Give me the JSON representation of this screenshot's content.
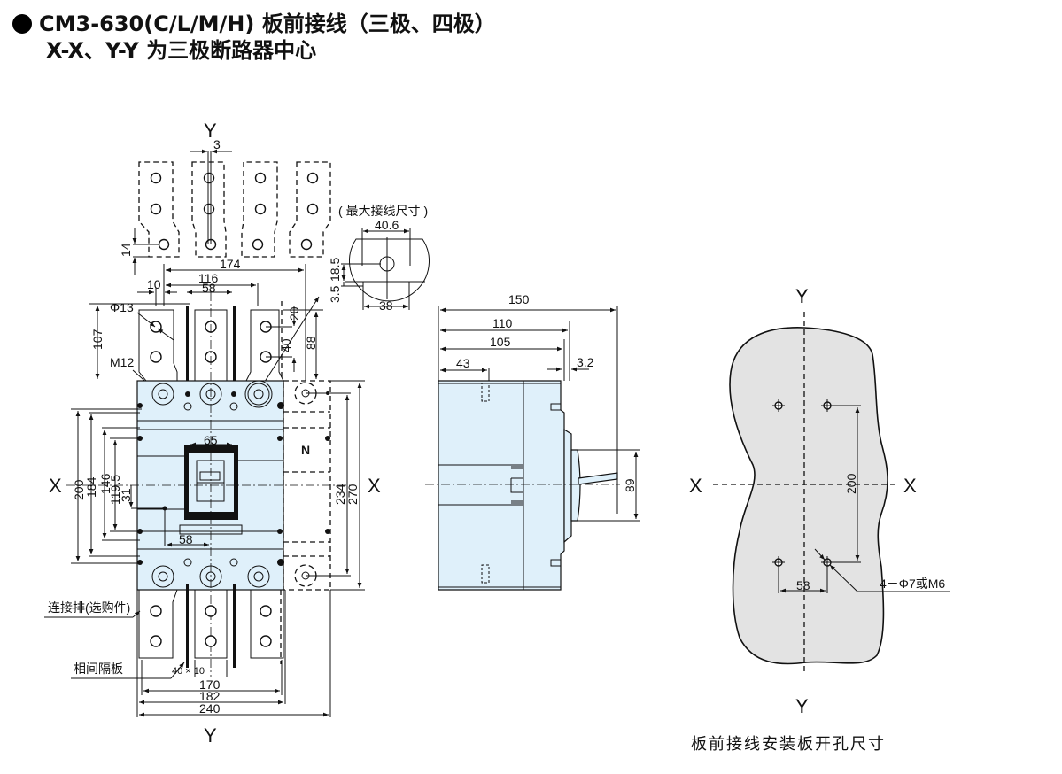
{
  "header": {
    "title": "CM3-630(C/L/M/H) 板前接线（三极、四极）",
    "subtitle": "X-X、Y-Y 为三极断路器中心",
    "bullet_icon": "filled-circle-icon"
  },
  "front_view": {
    "axis_y_top": "Y",
    "axis_y_bottom": "Y",
    "axis_x_left": "X",
    "axis_x_right": "X",
    "max_wiring_label": "( 最大接线尺寸 )",
    "connector_label": "连接排(选购件)",
    "separator_label": "相间隔板",
    "neutral_label": "N",
    "dims": {
      "busbar_gap": "3",
      "hole_offset": "14",
      "width_174": "174",
      "width_116": "116",
      "width_10": "10",
      "width_58_top": "58",
      "phi13": "Φ13",
      "m12": "M12",
      "h107": "107",
      "h20": "20",
      "h40": "40",
      "h88": "88",
      "h200": "200",
      "h184": "184",
      "h146": "146",
      "h119_5": "119.5",
      "h31": "31",
      "w65": "65",
      "w58_mid": "58",
      "h234": "234",
      "h270": "270",
      "busbar_size": "40 × 10",
      "w170": "170",
      "w182": "182",
      "w240": "240"
    },
    "max_wiring": {
      "w40_6": "40.6",
      "h18_5": "18.5",
      "h3_5": "3.5",
      "w38": "38"
    }
  },
  "side_view": {
    "dims": {
      "d150": "150",
      "d110": "110",
      "d105": "105",
      "d43": "43",
      "d3_2": "3.2",
      "d89": "89"
    }
  },
  "panel_view": {
    "axis_y_top": "Y",
    "axis_y_bottom": "Y",
    "axis_x_left": "X",
    "axis_x_right": "X",
    "dim_200": "200",
    "dim_58": "58",
    "hole_label": "4－Φ7或M6",
    "caption": "板前接线安装板开孔尺寸"
  }
}
